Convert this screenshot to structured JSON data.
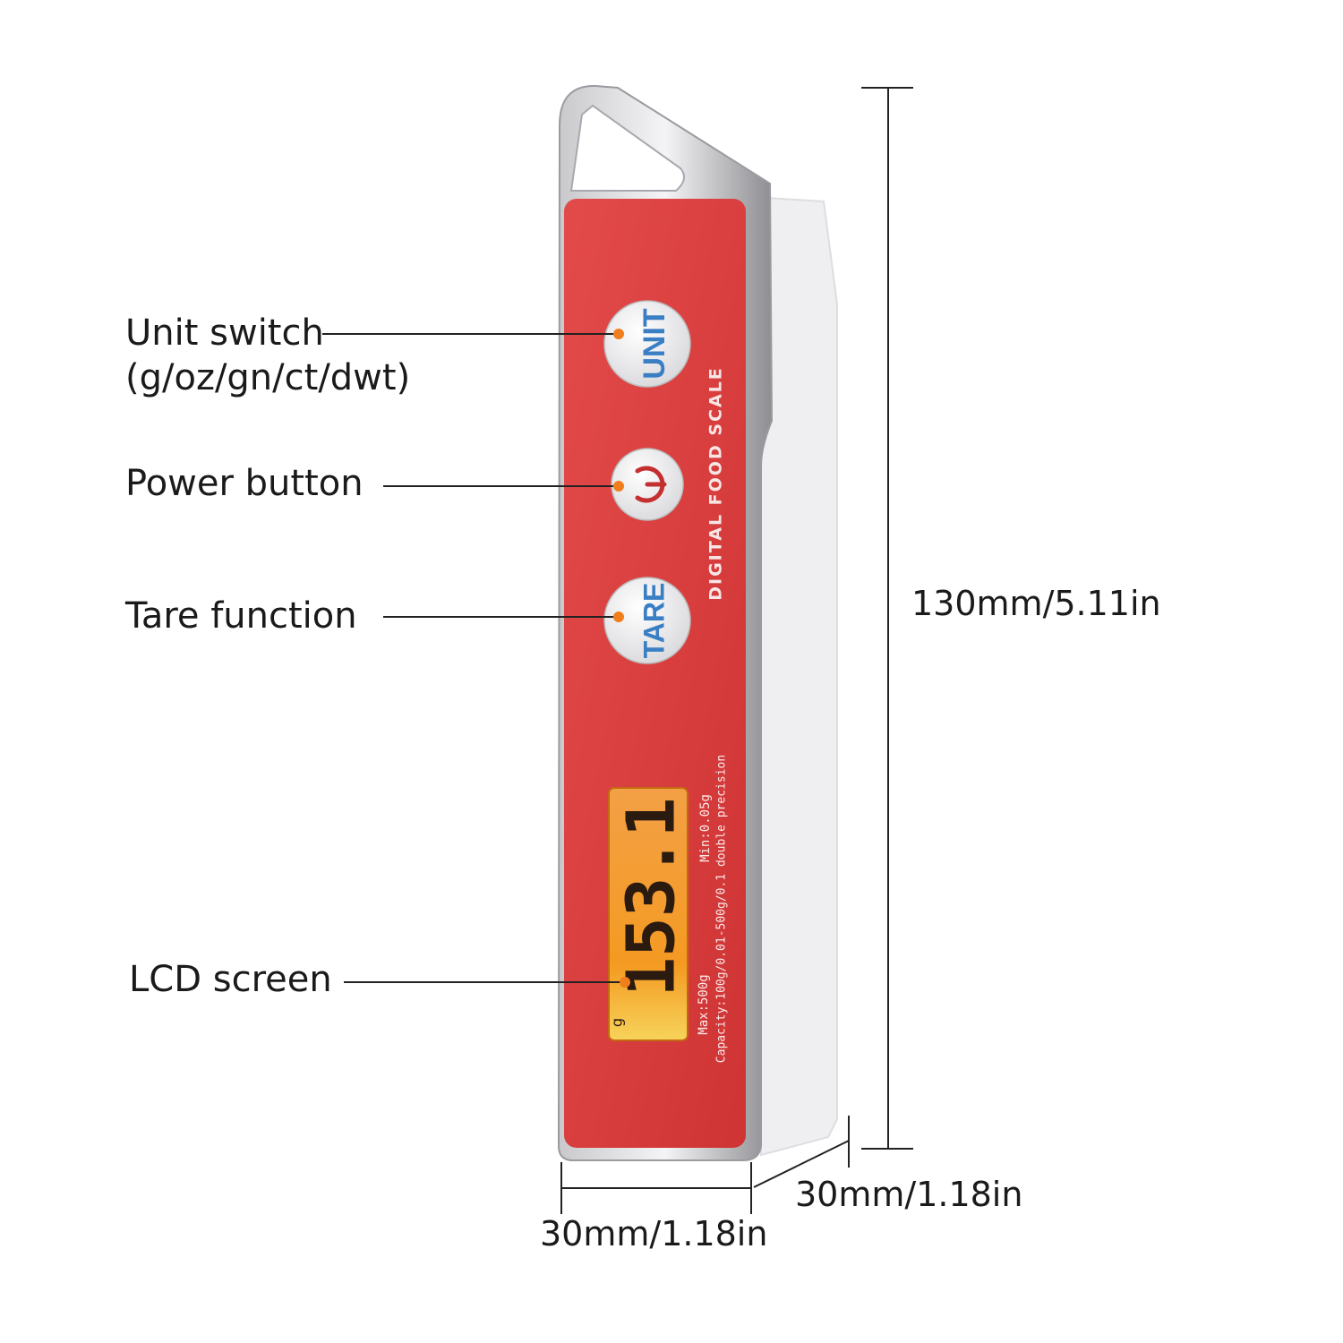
{
  "callouts": {
    "unit_switch": "Unit switch",
    "unit_options": "(g/oz/gn/ct/dwt)",
    "power_button": "Power button",
    "tare_function": "Tare function",
    "lcd_screen": "LCD screen"
  },
  "device": {
    "unit_button_label": "UNIT",
    "tare_button_label": "TARE",
    "brand_text": "DIGITAL FOOD SCALE",
    "lcd_reading": "153.1",
    "lcd_unit": "g",
    "spec_min": "Min:0.05g",
    "spec_max": "Max:500g",
    "spec_capacity": "Capacity:100g/0.01-500g/0.1 double precision",
    "colors": {
      "face": "#d63a3a",
      "lcd": "#f39a1e",
      "button_text": "#3a7fc4",
      "callout_dot": "#f07e1c"
    }
  },
  "dimensions": {
    "height": "130mm/5.11in",
    "depth": "30mm/1.18in",
    "width": "30mm/1.18in"
  }
}
